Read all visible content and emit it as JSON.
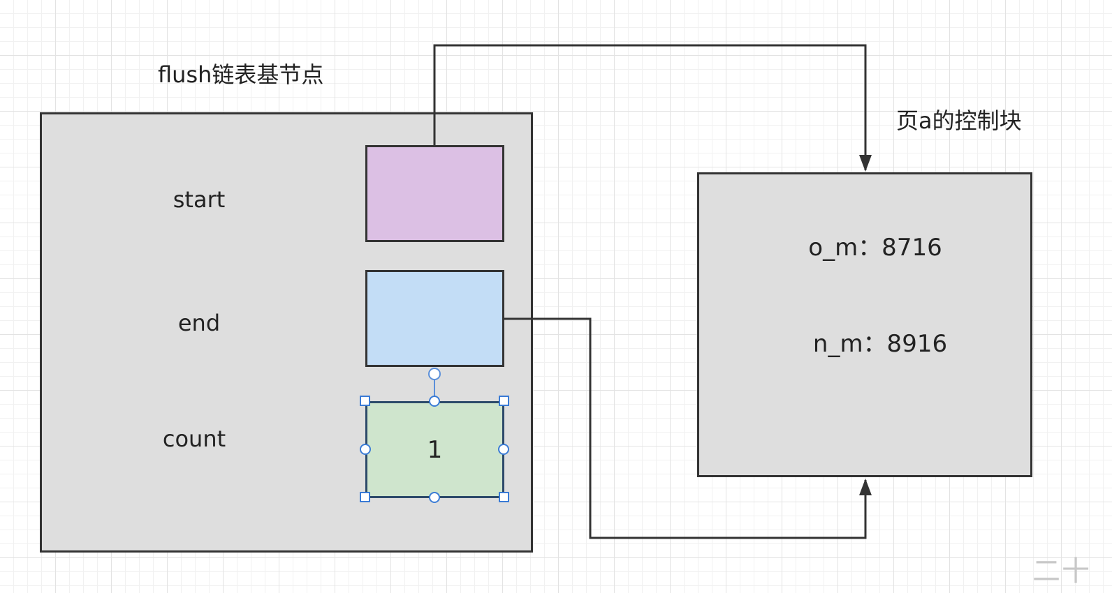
{
  "diagram": {
    "left_title": "flush链表基节点",
    "right_title": "页a的控制块",
    "fields": {
      "start_label": "start",
      "end_label": "end",
      "count_label": "count",
      "count_value": "1"
    },
    "control_block": {
      "o_m": "o_m：8716",
      "n_m": "n_m：8916"
    },
    "watermark": "二十"
  },
  "colors": {
    "start_fill": "#dcc0e4",
    "end_fill": "#c3ddf6",
    "count_fill": "#cfe5cd",
    "box_fill": "#dedede",
    "line": "#333333",
    "selection": "#3a7bd5"
  }
}
